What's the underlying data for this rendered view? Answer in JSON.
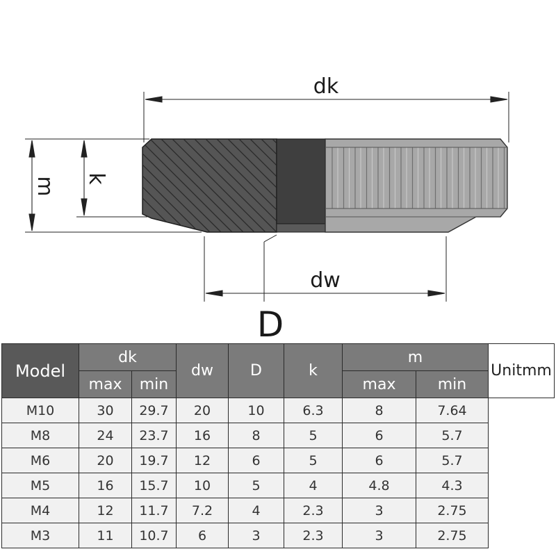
{
  "labels": {
    "dk": "dk",
    "m": "m",
    "k": "k",
    "dw": "dw",
    "D": "D"
  },
  "table": {
    "headers": {
      "model": "Model",
      "dk": "dk",
      "dw": "dw",
      "D": "D",
      "k": "k",
      "m": "m",
      "max": "max",
      "min": "min"
    },
    "unit": "Unitmm",
    "rows": [
      {
        "model": "M10",
        "dk_max": "30",
        "dk_min": "29.7",
        "dw": "20",
        "D": "10",
        "k": "6.3",
        "m_max": "8",
        "m_min": "7.64"
      },
      {
        "model": "M8",
        "dk_max": "24",
        "dk_min": "23.7",
        "dw": "16",
        "D": "8",
        "k": "5",
        "m_max": "6",
        "m_min": "5.7"
      },
      {
        "model": "M6",
        "dk_max": "20",
        "dk_min": "19.7",
        "dw": "12",
        "D": "6",
        "k": "5",
        "m_max": "6",
        "m_min": "5.7"
      },
      {
        "model": "M5",
        "dk_max": "16",
        "dk_min": "15.7",
        "dw": "10",
        "D": "5",
        "k": "4",
        "m_max": "4.8",
        "m_min": "4.3"
      },
      {
        "model": "M4",
        "dk_max": "12",
        "dk_min": "11.7",
        "dw": "7.2",
        "D": "4",
        "k": "2.3",
        "m_max": "3",
        "m_min": "2.75"
      },
      {
        "model": "M3",
        "dk_max": "11",
        "dk_min": "10.7",
        "dw": "6",
        "D": "3",
        "k": "2.3",
        "m_max": "3",
        "m_min": "2.75"
      }
    ]
  },
  "colors": {
    "section_fill": "#555555",
    "knurl_fill": "#a8a8a8",
    "header_dark": "#595959",
    "header_gray": "#7b7b7b",
    "cell_bg": "#f1f1f1"
  }
}
